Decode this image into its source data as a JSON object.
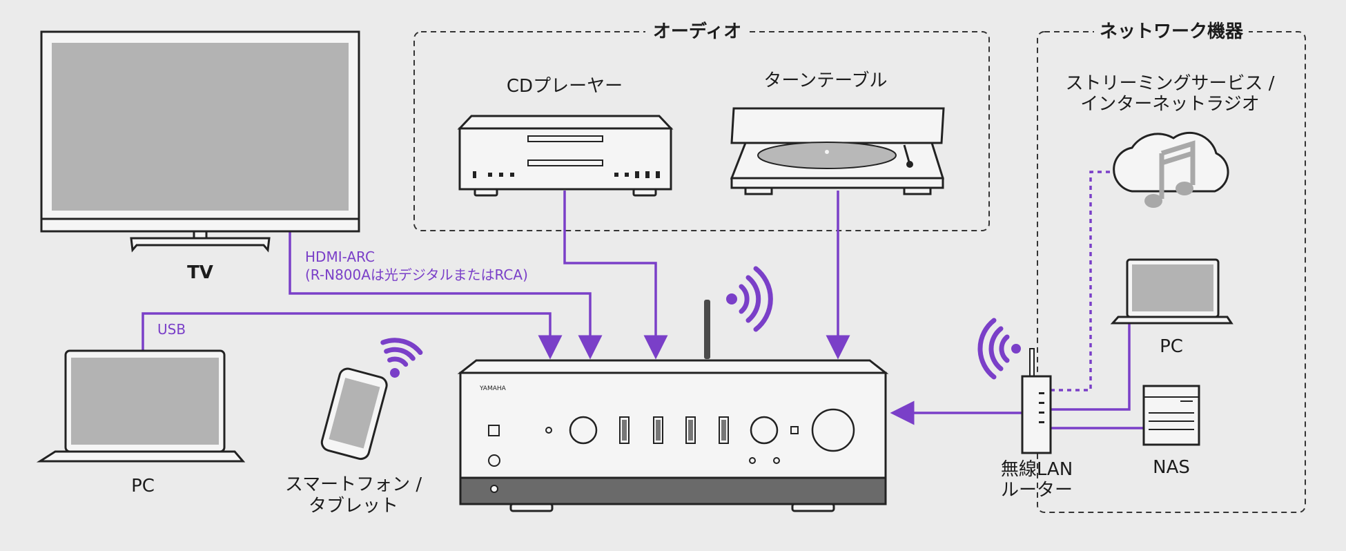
{
  "groups": {
    "audio": "オーディオ",
    "network": "ネットワーク機器"
  },
  "devices": {
    "tv": "TV",
    "pc_left": "PC",
    "smartphone_line1": "スマートフォン /",
    "smartphone_line2": "タブレット",
    "cd_player": "CDプレーヤー",
    "turntable": "ターンテーブル",
    "streaming_line1": "ストリーミングサービス /",
    "streaming_line2": "インターネットラジオ",
    "pc_right": "PC",
    "nas": "NAS",
    "router_line1": "無線LAN",
    "router_line2": "ルーター"
  },
  "connections": {
    "hdmi_line1": "HDMI-ARC",
    "hdmi_line2": "(R-N800Aは光デジタルまたはRCA)",
    "usb": "USB"
  },
  "brand": "YAMAHA",
  "colors": {
    "connection": "#7a3fc8",
    "background": "#ebebeb",
    "screen": "#b3b3b3"
  }
}
